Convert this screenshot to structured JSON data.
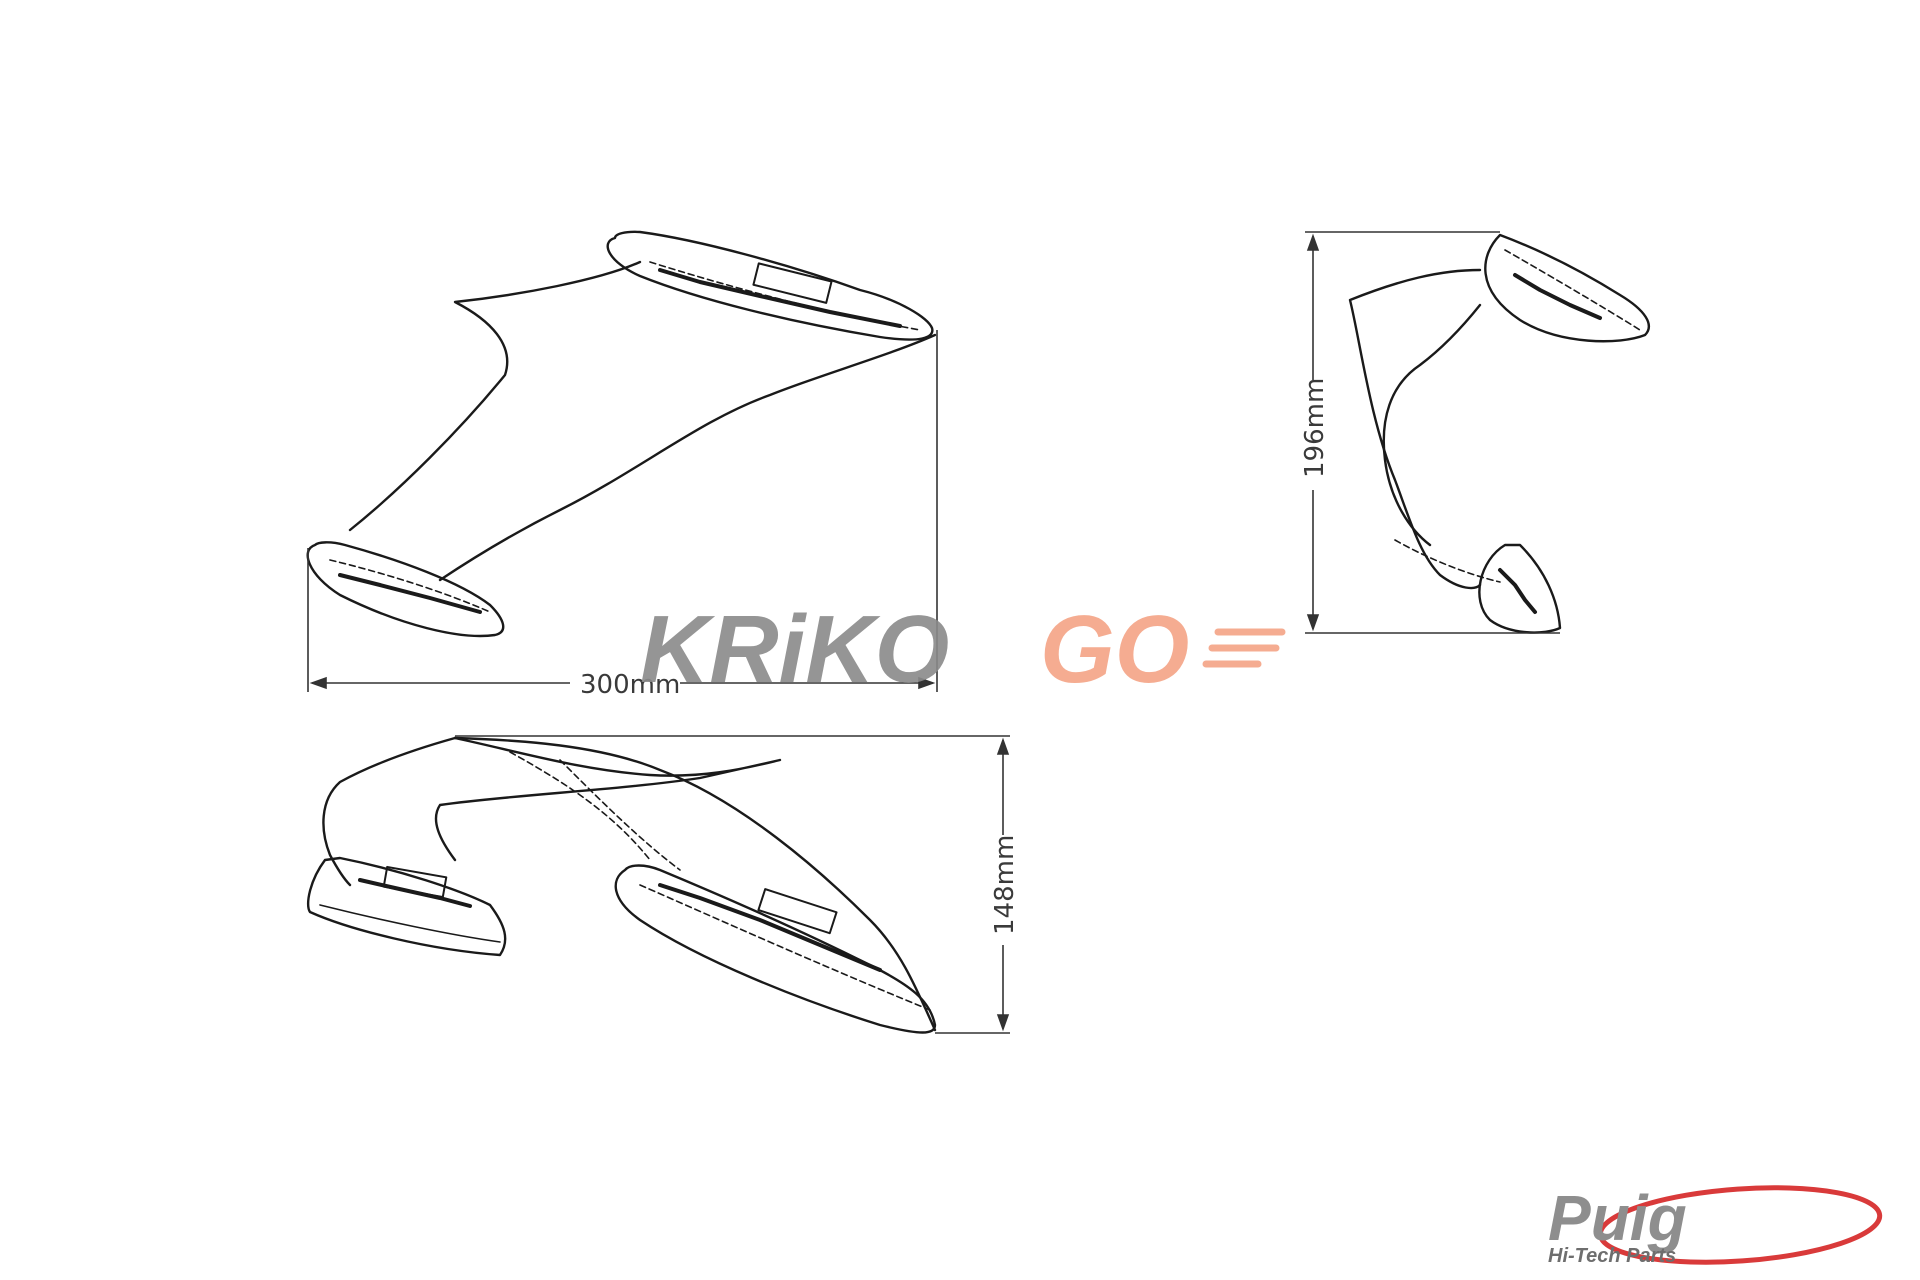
{
  "dimensions": {
    "width_label": "300mm",
    "height_label": "196mm",
    "depth_label": "148mm"
  },
  "watermark": {
    "part1": "KRiKO",
    "part2": "GO",
    "color_gray": "#8a8a8a",
    "color_orange": "#f4a486"
  },
  "logo": {
    "name": "Puig",
    "tagline": "Hi-Tech Parts",
    "color_gray": "#8e8e8e",
    "color_red": "#d93a3a"
  },
  "colors": {
    "line": "#1a1a1a",
    "dim_line": "#333333"
  }
}
